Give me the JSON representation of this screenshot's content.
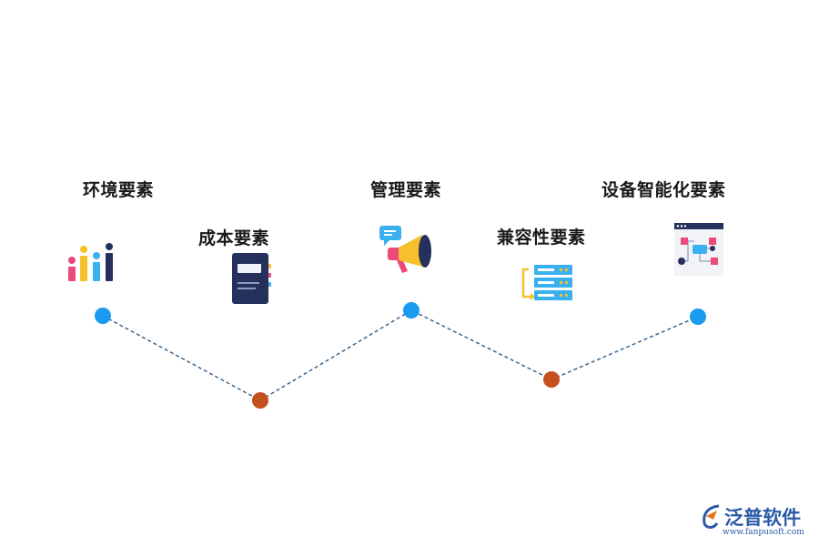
{
  "nodes": [
    {
      "label": "环境要素",
      "icon": "bar-chart-icon",
      "color": "#1a9af0"
    },
    {
      "label": "成本要素",
      "icon": "notebook-icon",
      "color": "#c4501e"
    },
    {
      "label": "管理要素",
      "icon": "megaphone-icon",
      "color": "#1a9af0"
    },
    {
      "label": "兼容性要素",
      "icon": "server-icon",
      "color": "#c4501e"
    },
    {
      "label": "设备智能化要素",
      "icon": "flowchart-window-icon",
      "color": "#1a9af0"
    }
  ],
  "line_color": "#2c5d8a",
  "logo": {
    "name": "泛普软件",
    "url": "www.fanpusoft.com"
  }
}
